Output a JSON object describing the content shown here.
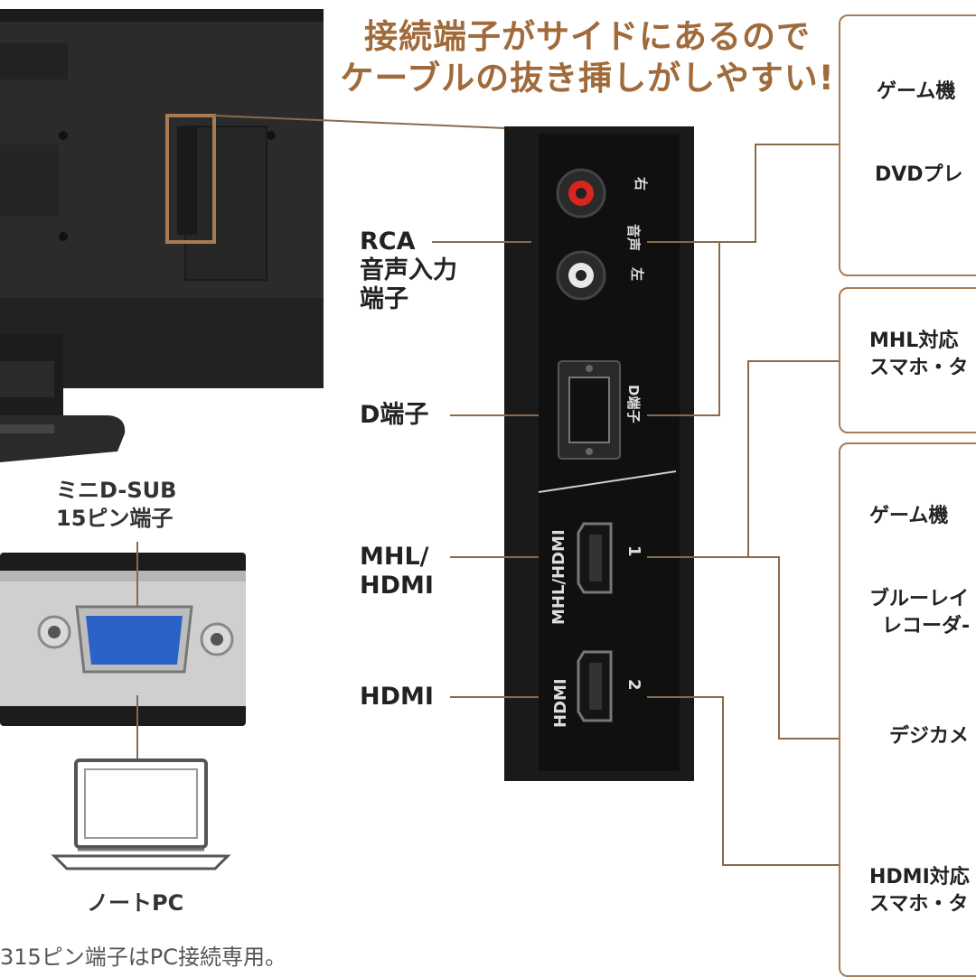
{
  "headline": {
    "line1": "接続端子がサイドにあるので",
    "line2": "ケーブルの抜き挿しがしやすい!"
  },
  "port_labels": {
    "rca": [
      "RCA",
      "音声入力",
      "端子"
    ],
    "d_terminal": "D端子",
    "mhl_hdmi": [
      "MHL/",
      "HDMI"
    ],
    "hdmi": "HDMI",
    "dsub": [
      "ミニD-SUB",
      "15ピン端子"
    ]
  },
  "panel_markings": {
    "right": "右",
    "audio": "音声",
    "left": "左",
    "d_port": "D端子",
    "mhl_hdmi_logo": "MHL/HDMI",
    "port1": "1",
    "hdmi_logo": "HDMI",
    "port2": "2"
  },
  "devices": {
    "box1": [
      "ゲーム機",
      "DVDプレ"
    ],
    "box2": [
      "MHL対応",
      "スマホ・タ"
    ],
    "box3": [
      "ゲーム機",
      "ブルーレイ",
      "レコーダ-",
      "デジカメ",
      "HDMI対応",
      "スマホ・タ"
    ]
  },
  "laptop_label": "ノートPC",
  "footnote": "315ピン端子はPC接続専用。",
  "colors": {
    "accent": "#a77b54",
    "headline": "#a06a3a",
    "panel": "#1a1a1a",
    "vga_blue": "#2a62c8"
  }
}
